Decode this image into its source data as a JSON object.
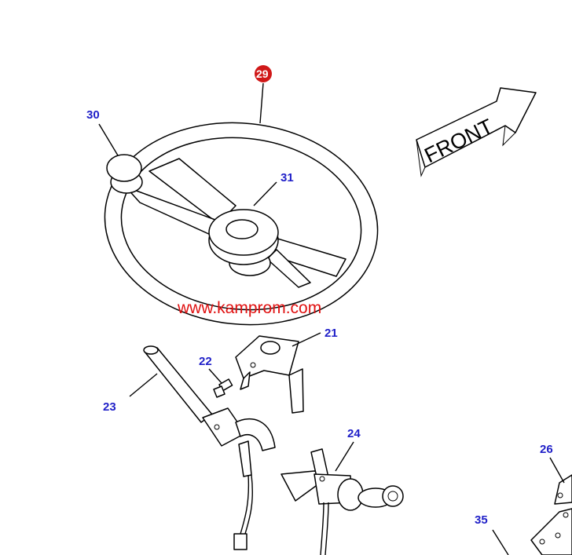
{
  "diagram": {
    "watermark": "www.kamprom.com",
    "front_label": "FRONT",
    "callouts": {
      "c29": "29",
      "c30": "30",
      "c31": "31",
      "c21": "21",
      "c22": "22",
      "c23": "23",
      "c24": "24",
      "c26": "26",
      "c35": "35"
    },
    "colors": {
      "callout_text": "#1f1fc8",
      "highlight_callout_fill": "#d01818",
      "watermark": "#e01010"
    }
  }
}
